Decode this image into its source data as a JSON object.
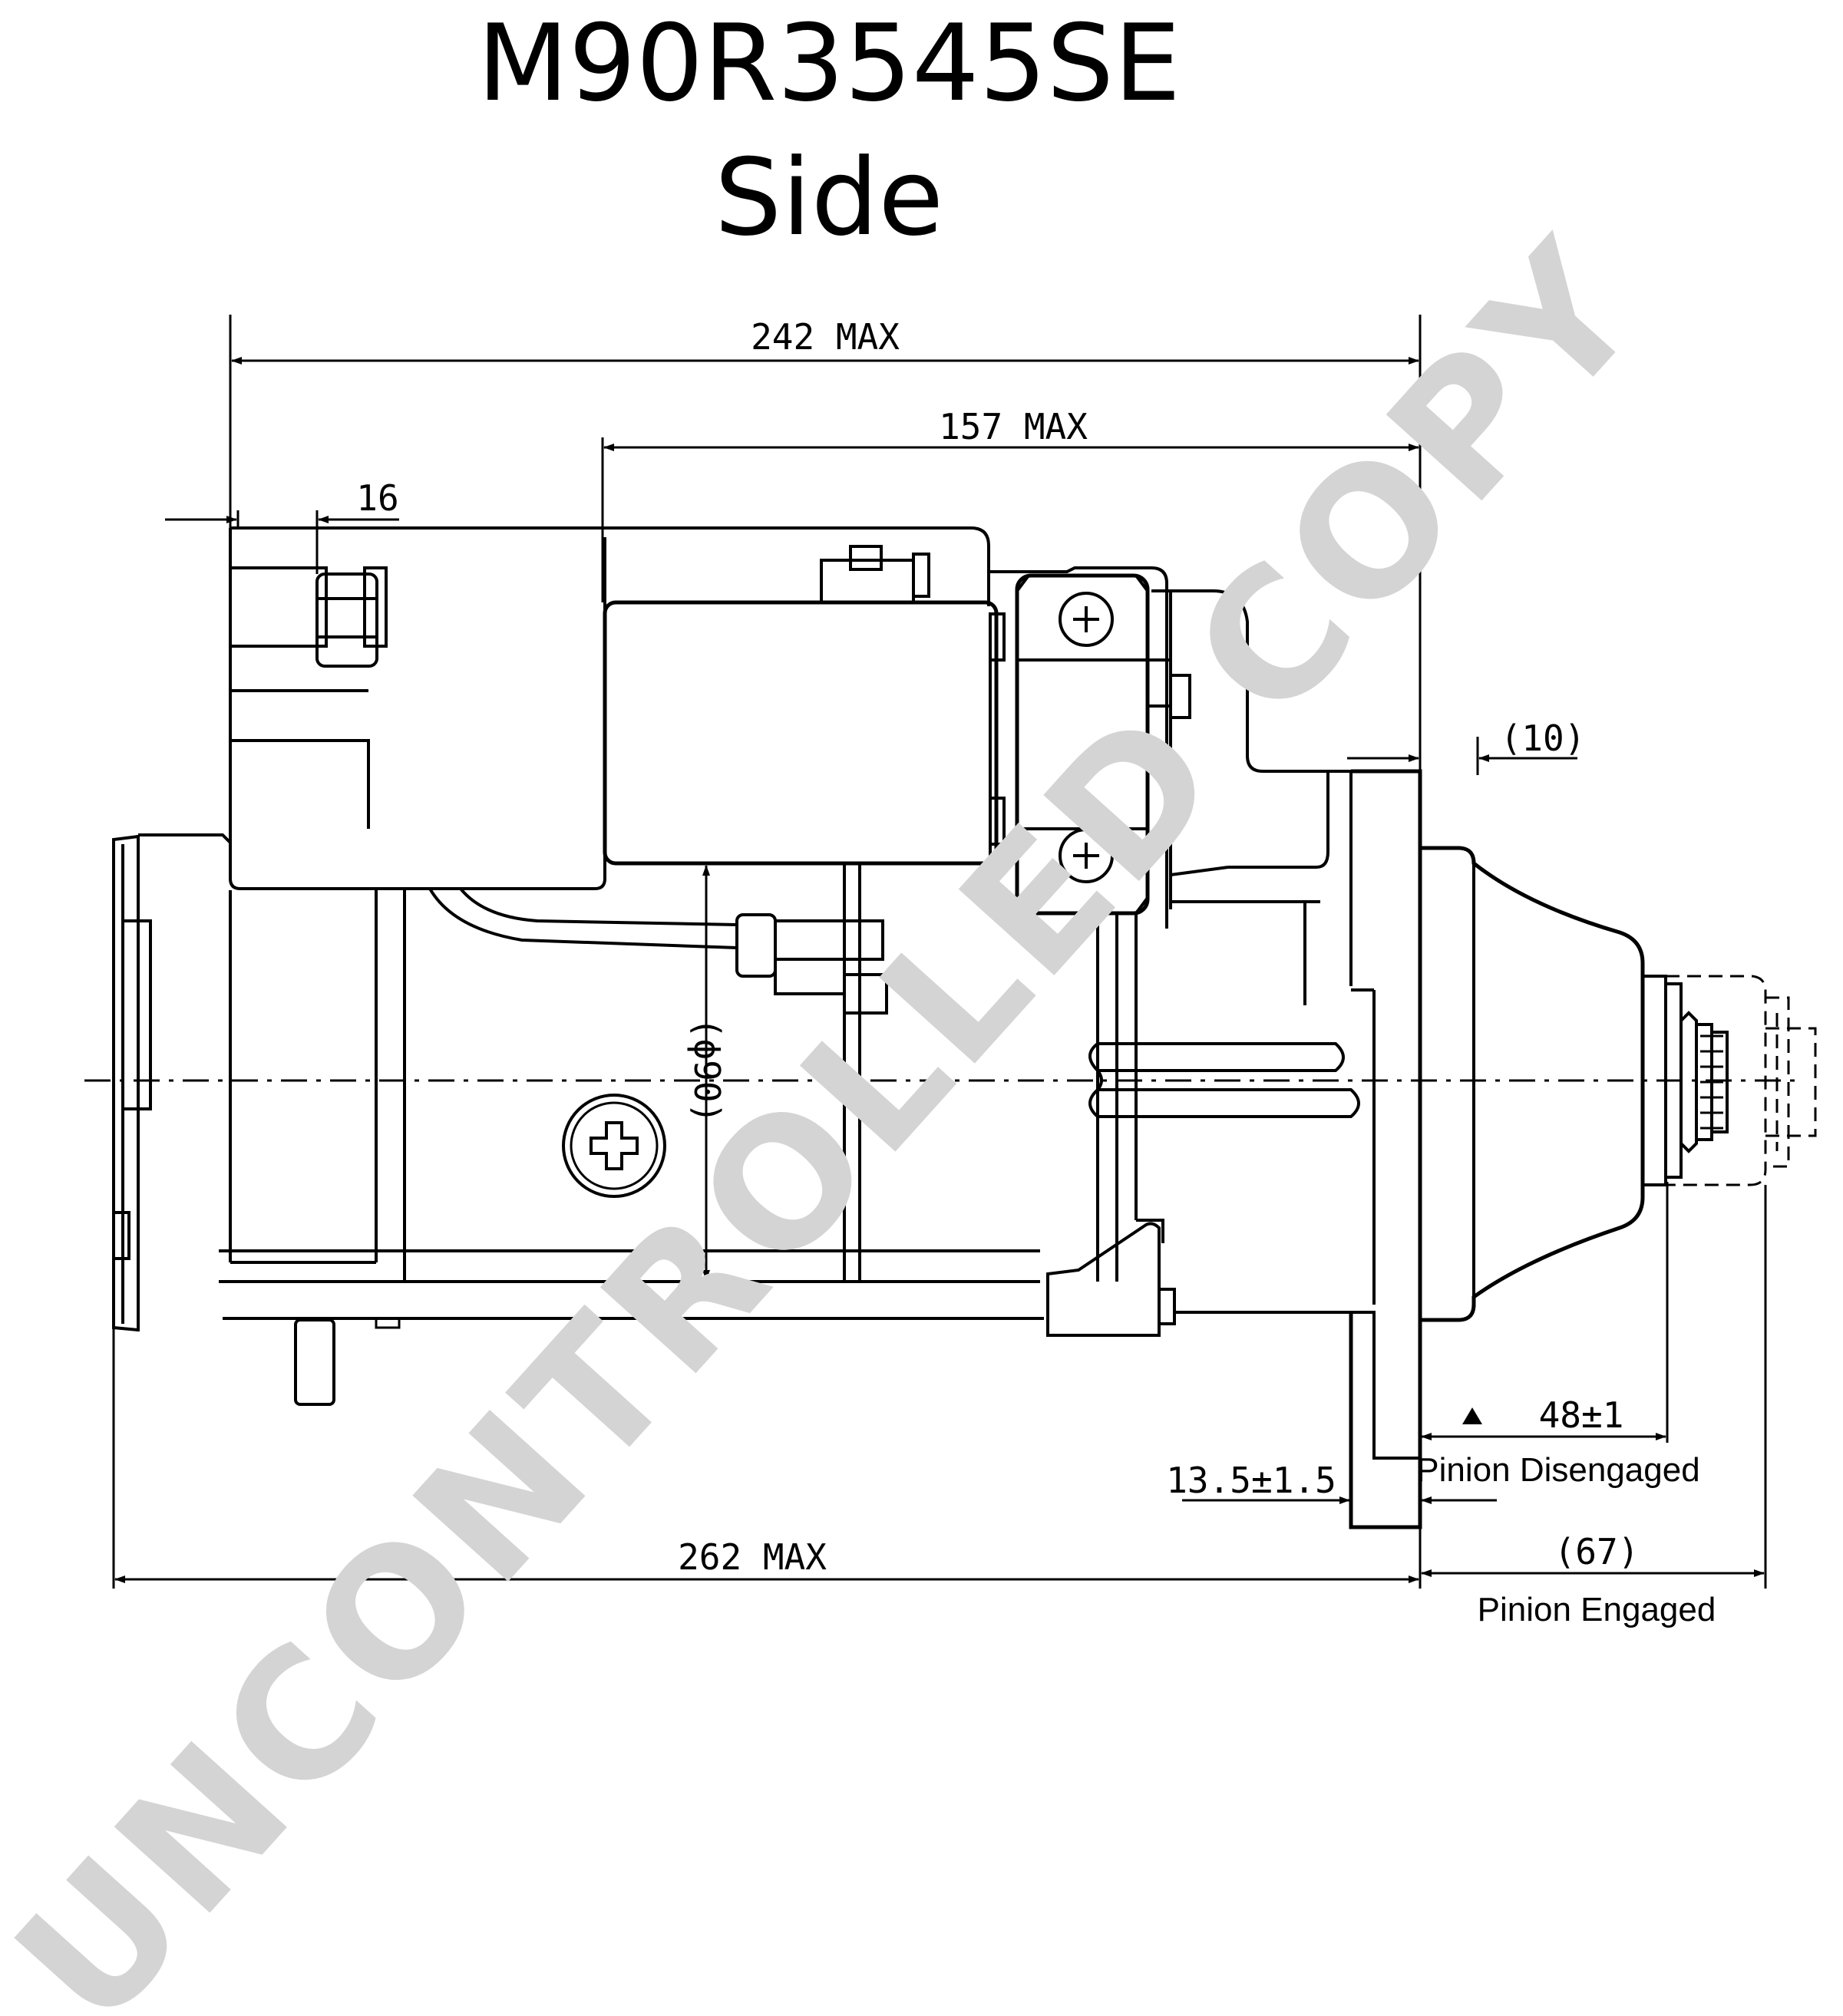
{
  "title": {
    "part_number": "M90R3545SE",
    "view": "Side"
  },
  "watermark": "UNCONTROLLED COPY",
  "dimensions": {
    "overall_max": "242 MAX",
    "solenoid_max": "157 MAX",
    "terminal_offset": "16",
    "flange_offset": "(10)",
    "diameter": "(ϕ90)",
    "disengaged_value": "48±1",
    "disengaged_label": "Pinion Disengaged",
    "flange_thickness": "13.5±1.5",
    "total_max": "262 MAX",
    "engaged_value": "(67)",
    "engaged_label": "Pinion Engaged"
  }
}
